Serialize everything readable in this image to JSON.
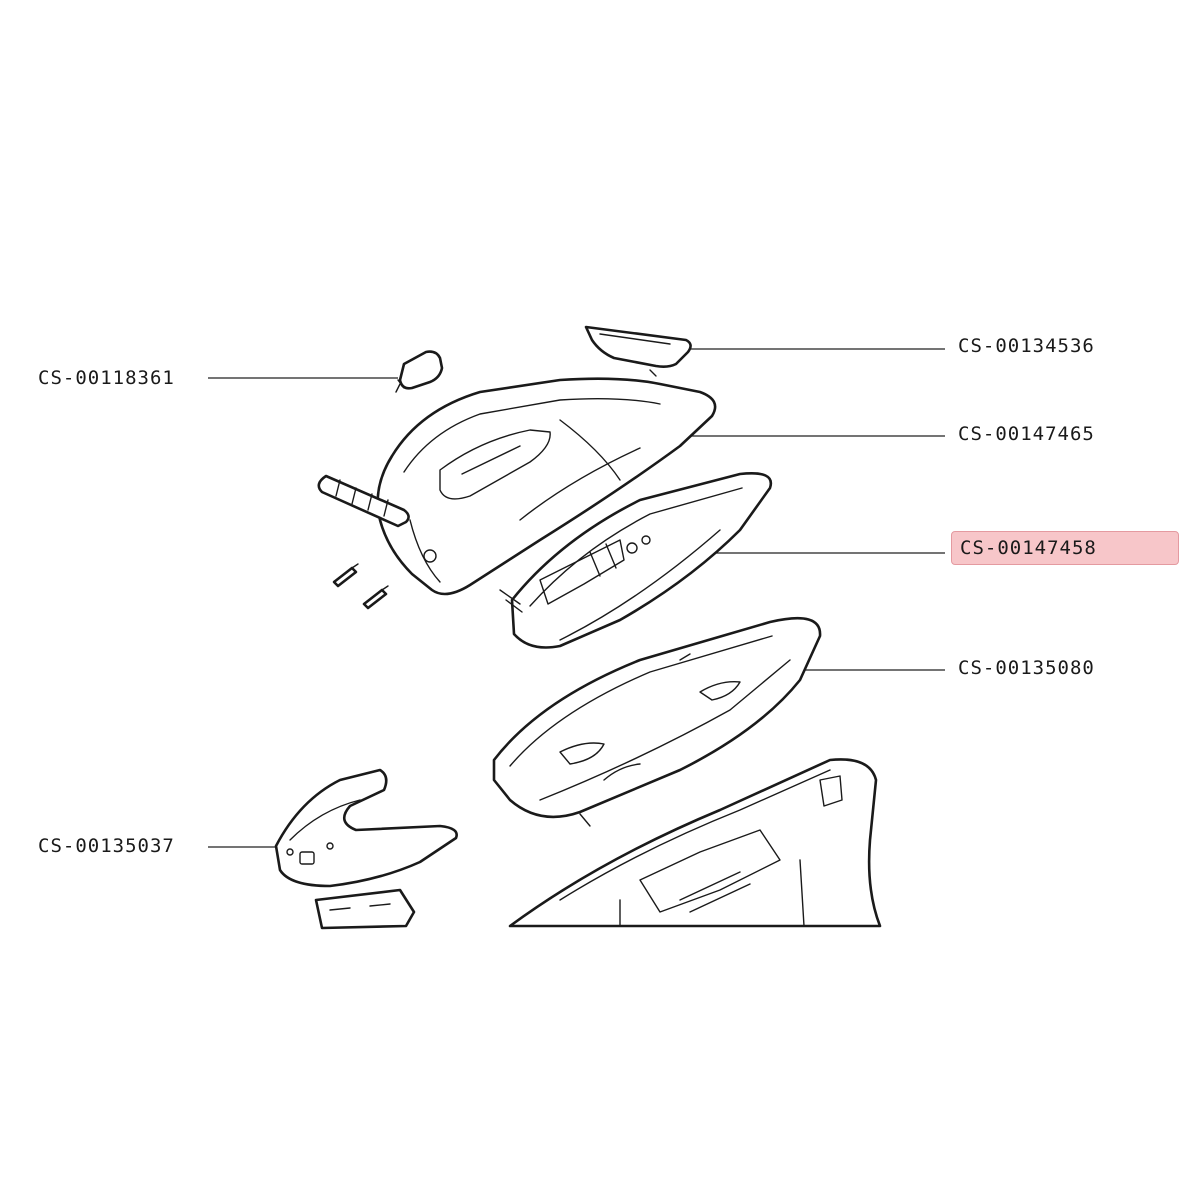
{
  "highlight_color": "#f7c6c9",
  "parts": [
    {
      "id": "trim-cover",
      "code": "CS-00134536",
      "highlighted": false
    },
    {
      "id": "button",
      "code": "CS-00118361",
      "highlighted": false
    },
    {
      "id": "iron-housing",
      "code": "CS-00147465",
      "highlighted": false
    },
    {
      "id": "soleplate",
      "code": "CS-00147458",
      "highlighted": true
    },
    {
      "id": "base-cover",
      "code": "CS-00135080",
      "highlighted": false
    },
    {
      "id": "control-panel",
      "code": "CS-00135037",
      "highlighted": false
    }
  ]
}
